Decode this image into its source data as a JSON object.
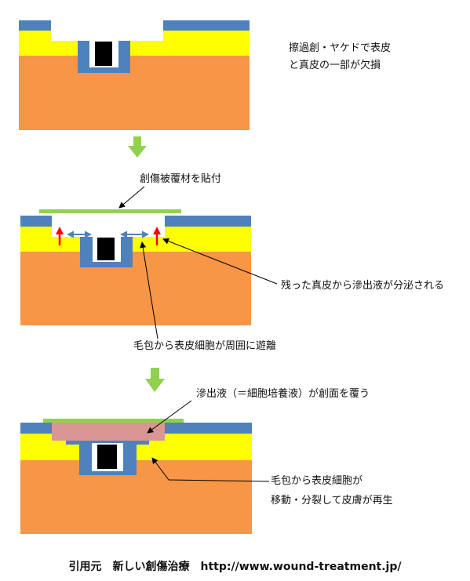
{
  "colors": {
    "dermis": "#f79646",
    "epidermis": "#ffff00",
    "surface": "#4f81bd",
    "cover": "#92d050",
    "exudate": "#da9694",
    "hair": "#000000",
    "arrow_step": "#92d050",
    "arrow_secretion": "#ff0000",
    "arrow_migration": "#4f81bd"
  },
  "panel1": {
    "note_line1": "擦過創・ヤケドで表皮",
    "note_line2": "と真皮の一部が欠損"
  },
  "step1": {
    "label": "創傷被覆材を貼付"
  },
  "panel2": {
    "callout_exudate": "残った真皮から滲出液が分泌される",
    "callout_migration": "毛包から表皮細胞が周囲に遊離"
  },
  "panel3": {
    "callout_cover": "滲出液（＝細胞培養液）が創面を覆う",
    "callout_regen_line1": "毛包から表皮細胞が",
    "callout_regen_line2": "移動・分裂して皮膚が再生"
  },
  "footer": {
    "credit": "引用元　新しい創傷治療　http://www.wound-treatment.jp/"
  }
}
